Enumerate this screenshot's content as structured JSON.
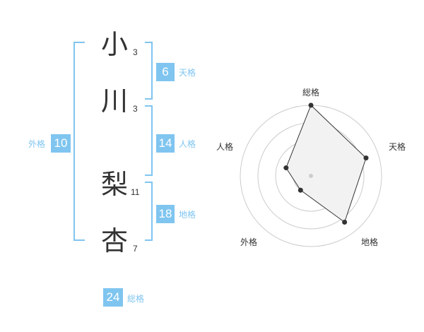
{
  "name": {
    "chars": [
      {
        "char": "小",
        "strokes": "3"
      },
      {
        "char": "川",
        "strokes": "3"
      },
      {
        "char": "梨",
        "strokes": "11"
      },
      {
        "char": "杏",
        "strokes": "7"
      }
    ]
  },
  "kaku": {
    "tenkaku": {
      "value": "6",
      "label": "天格"
    },
    "jinkaku": {
      "value": "14",
      "label": "人格"
    },
    "chikaku": {
      "value": "18",
      "label": "地格"
    },
    "gaikaku": {
      "value": "10",
      "label": "外格"
    },
    "soukaku": {
      "value": "24",
      "label": "総格"
    }
  },
  "colors": {
    "accent": "#7fc5f0",
    "text": "#333333",
    "radar_fill": "#f2f2f2",
    "radar_ring": "#cccccc"
  },
  "chart_data": {
    "type": "radar",
    "axes": [
      "総格",
      "天格",
      "地格",
      "外格",
      "人格"
    ],
    "values": [
      1.0,
      0.82,
      0.81,
      0.25,
      0.37
    ],
    "range": [
      0,
      1
    ],
    "rings": 4,
    "center_dot": true
  }
}
